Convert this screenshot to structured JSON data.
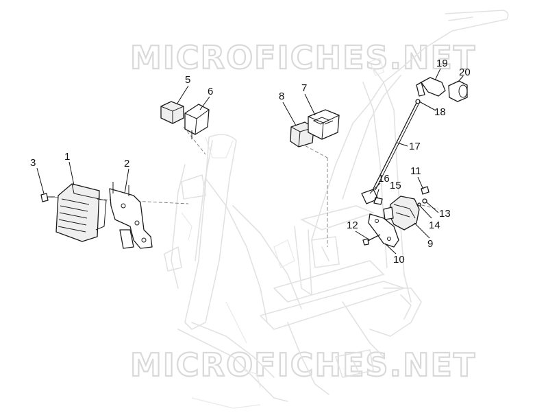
{
  "watermark": {
    "text": "MICROFICHES.NET",
    "color": "#d9d9d9"
  },
  "callouts": [
    {
      "id": "1",
      "label": "1"
    },
    {
      "id": "2",
      "label": "2"
    },
    {
      "id": "3",
      "label": "3"
    },
    {
      "id": "5",
      "label": "5"
    },
    {
      "id": "6",
      "label": "6"
    },
    {
      "id": "7",
      "label": "7"
    },
    {
      "id": "8",
      "label": "8"
    },
    {
      "id": "9",
      "label": "9"
    },
    {
      "id": "10",
      "label": "10"
    },
    {
      "id": "11",
      "label": "11"
    },
    {
      "id": "12",
      "label": "12"
    },
    {
      "id": "13",
      "label": "13"
    },
    {
      "id": "14",
      "label": "14"
    },
    {
      "id": "15",
      "label": "15"
    },
    {
      "id": "16",
      "label": "16"
    },
    {
      "id": "17",
      "label": "17"
    },
    {
      "id": "18",
      "label": "18"
    },
    {
      "id": "19",
      "label": "19"
    },
    {
      "id": "20",
      "label": "20"
    }
  ],
  "colors": {
    "frame_outline": "#e2e2e2",
    "part_outline": "#1a1a1a",
    "background": "#ffffff"
  }
}
